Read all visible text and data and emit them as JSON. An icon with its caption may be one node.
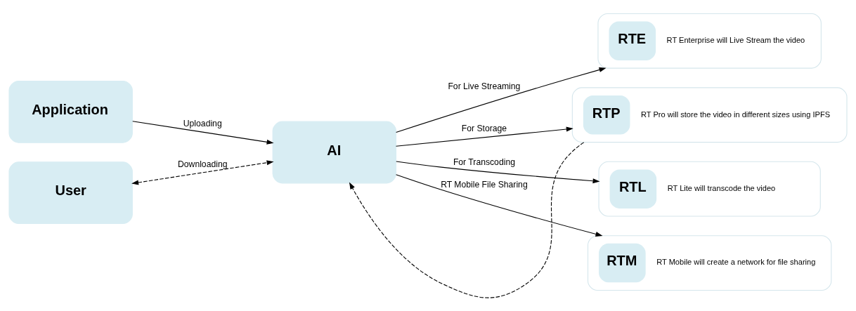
{
  "diagram": {
    "nodes": [
      {
        "text": [
          "Application"
        ]
      },
      {
        "text": [
          "AI"
        ]
      },
      {
        "text": [
          "User"
        ]
      },
      {
        "text": [
          "RTE",
          "RT Enterprise will Live Stream the video"
        ]
      },
      {
        "text": [
          "RTP",
          "RT Pro will store the video in different sizes using IPFS"
        ]
      },
      {
        "text": [
          "RTL",
          "RT Lite will transcode the video"
        ]
      },
      {
        "text": [
          "RTM",
          "RT Mobile will create a network for file sharing"
        ]
      }
    ],
    "edges": [
      {
        "from": 0,
        "to": 1,
        "arrow": "to",
        "label": "Uploading"
      },
      {
        "from": 1,
        "to": 3,
        "arrow": "to",
        "label": "For Live Streaming"
      },
      {
        "from": 1,
        "to": 4,
        "arrow": "to",
        "label": "For Storage"
      },
      {
        "from": 4,
        "to": 1,
        "arrow": "to",
        "style": "dashed"
      },
      {
        "from": 1,
        "to": 5,
        "arrow": "to",
        "label": "For Transcoding"
      },
      {
        "from": 1,
        "to": 6,
        "arrow": "to",
        "label": "RT Mobile File Sharing"
      },
      {
        "from": 2,
        "to": 1,
        "arrow": "both",
        "style": "dashed",
        "label": "Downloading"
      }
    ]
  }
}
